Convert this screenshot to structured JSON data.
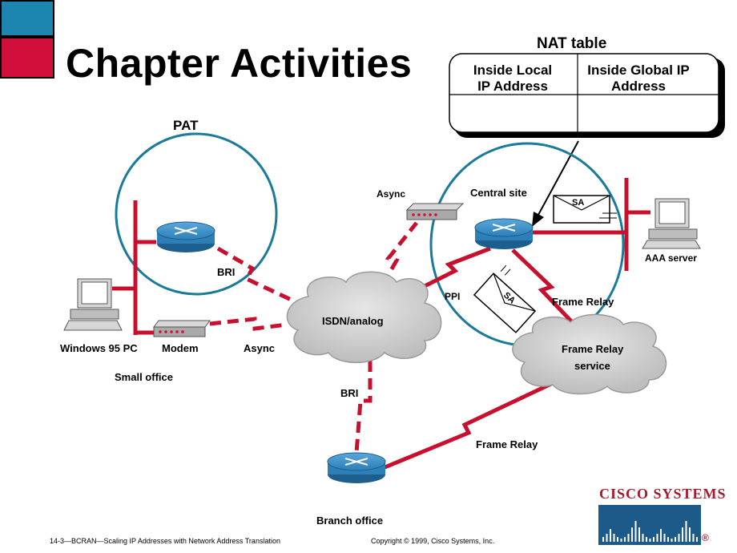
{
  "title": "Chapter Activities",
  "nat_table": {
    "title": "NAT table",
    "col1": [
      "Inside Local",
      "IP Address"
    ],
    "col2": [
      "Inside Global IP",
      "Address"
    ]
  },
  "labels": {
    "pat": "PAT",
    "bri_top": "BRI",
    "async_top": "Async",
    "central_site": "Central site",
    "sa_envelope_top": "SA",
    "aaa_server": "AAA  server",
    "ppi": "PPI",
    "sa_envelope_mid": "SA",
    "frame_relay_top": "Frame Relay",
    "isdn_cloud": "ISDN/analog",
    "fr_cloud_line1": "Frame Relay",
    "fr_cloud_line2": "service",
    "windows_pc": "Windows 95 PC",
    "modem": "Modem",
    "async_bottom": "Async",
    "small_office": "Small  office",
    "bri_bottom": "BRI",
    "frame_relay_bottom": "Frame Relay",
    "branch_office": "Branch office"
  },
  "footer": {
    "left": "14-3—BCRAN—Scaling IP Addresses with Network Address Translation",
    "right": "Copyright © 1999, Cisco Systems, Inc."
  },
  "logo": {
    "text": "CISCO SYSTEMS",
    "registered": "®"
  },
  "colors": {
    "accent_red": "#d0103a",
    "accent_teal": "#1c86b0",
    "link_red": "#c8102e",
    "circle": "#1a7a9a",
    "router_blue": "#2d7fb8",
    "cloud_gray": "#c8c8c8"
  }
}
